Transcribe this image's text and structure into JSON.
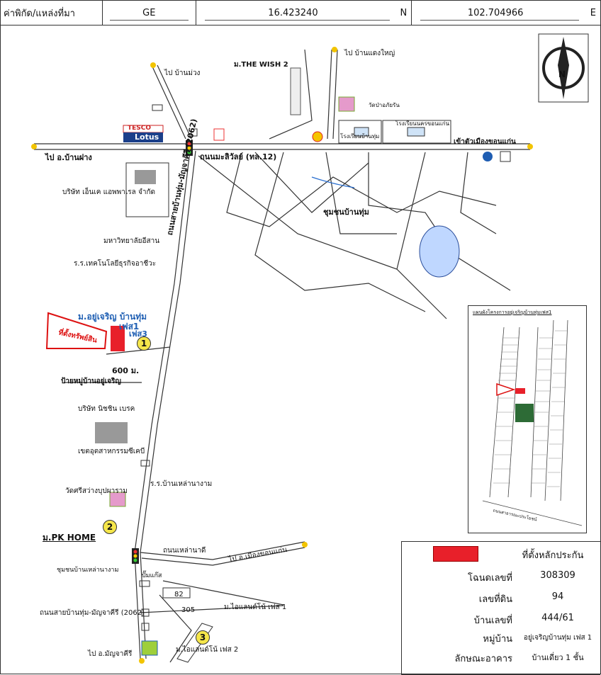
{
  "header": {
    "coord_label": "ค่าพิกัด/แหล่งที่มา",
    "source": "GE",
    "lat_value": "16.423240",
    "lat_unit": "N",
    "lon_value": "102.704966",
    "lon_unit": "E"
  },
  "map": {
    "labels": {
      "ban_muang": "ไป บ้านม่วง",
      "the_wish": "ม.THE WISH 2",
      "ban_daeng_yai": "ไป บ้านแดงใหญ่",
      "tesco_top": "TESCO",
      "tesco_lotus": "Lotus",
      "ban_fang": "ไป อ.บ้านฝาง",
      "mali_road": "ถนนมะลิวัลย์ (ทล.12)",
      "to_khonkaen": "เข้าตัวเมืองขอนแก่น",
      "en_k": "บริษัท เอ็นเค แอพพาเรล จำกัด",
      "north_u": "มหาวิทยาลัยอีสาน",
      "tech_school": "ร.ร.เทคโนโลยีธุรกิจอาชีวะ",
      "community": "ชุมชนบ้านทุ่ม",
      "highway_2062": "ถนนสายบ้านทุ่ม-มัญจาคีรี (2062)",
      "project_name": "ม.อยู่เจริญ บ้านทุ่ม",
      "project_phase": "เฟส1",
      "phase3": "เฟส3",
      "asset_location": "ที่ตั้งทรัพย์สิน",
      "distance": "600 ม.",
      "sign_ban": "ป้ายหมู่บ้านอยู่เจริญ",
      "nissin": "บริษัท นิชชิน เบรค",
      "industrial": "เขตอุตสาหกรรมซีเคบี",
      "school_lao": "ร.ร.บ้านเหล่านางาม",
      "wat": "วัดศรีสว่างบุปผาราม",
      "pk_home": "ม.PK HOME",
      "lao_nadi": "ถนนเหล่านาดี",
      "to_khonkaen2": "ไป อ.เมืองขอนแก่น",
      "community_lao": "ชุมชนบ้านเหล่านางาม",
      "gas": "ปั๊มแก๊ส",
      "road_2062_b": "ถนนสายบ้านทุ่ม-มัญจาคีรี (2062)",
      "manja": "ไป อ.มัญจาคีรี",
      "island_1": "ม.ไอแลนด์โน้ เฟส 1",
      "island_2": "ม.ไอแลนด์โน้ เฟส 2",
      "n82": "82",
      "n305": "305",
      "ban_thum_school": "โรงเรียนบ้านทุ่ม",
      "khonkaen_school": "โรงเรียนนครขอนแก่น",
      "wat_pa": "วัดป่าอภัยรัน",
      "north": "N"
    },
    "pins": [
      "1",
      "2",
      "3"
    ]
  },
  "inset": {
    "title": "แผนผังโครงการอยู่เจริญบ้านทุ่มเฟส1",
    "road": "ถนนสาธารณะประโยชน์"
  },
  "info": {
    "legend_label": "ที่ตั้งหลักประกัน",
    "rows": [
      {
        "key": "โฉนดเลขที่",
        "value": "308309"
      },
      {
        "key": "เลขที่ดิน",
        "value": "94"
      },
      {
        "key": "บ้านเลขที่",
        "value": "444/61"
      },
      {
        "key": "หมู่บ้าน",
        "value": "อยู่เจริญบ้านทุ่ม เฟส 1"
      },
      {
        "key": "ลักษณะอาคาร",
        "value": "บ้านเดี่ยว 1 ชั้น"
      }
    ],
    "legend_color": "#e8202a"
  }
}
